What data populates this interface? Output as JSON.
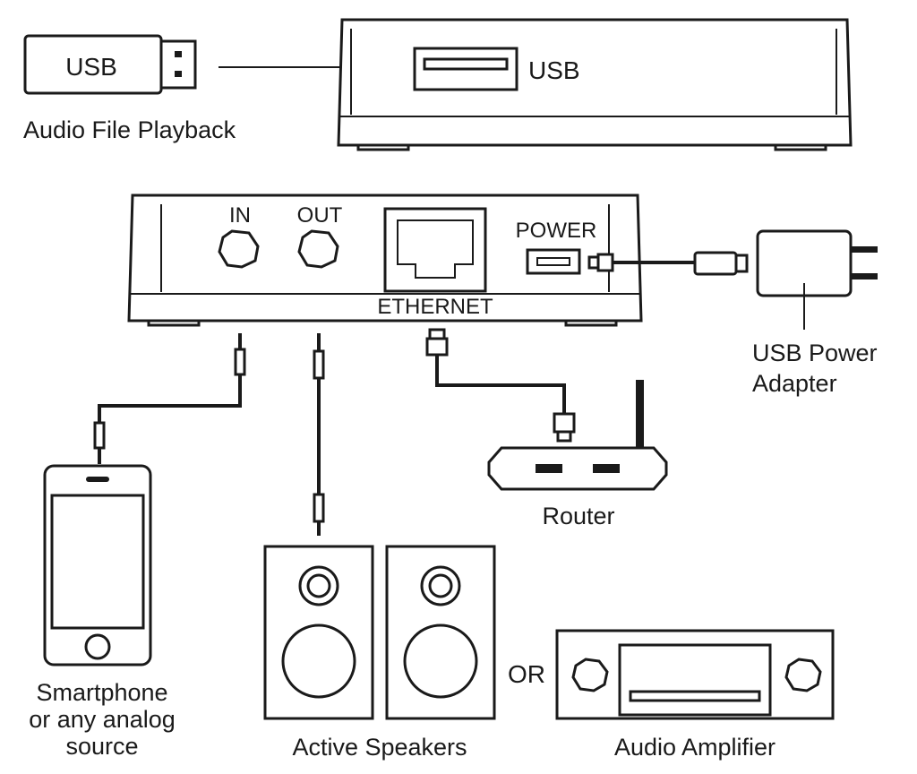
{
  "labels": {
    "usb_stick": "USB",
    "audio_file_playback": "Audio File Playback",
    "usb_port": "USB",
    "in": "IN",
    "out": "OUT",
    "power": "POWER",
    "ethernet": "ETHERNET",
    "usb_power_adapter_line1": "USB Power",
    "usb_power_adapter_line2": "Adapter",
    "router": "Router",
    "smartphone_line1": "Smartphone",
    "smartphone_line2": "or any analog",
    "smartphone_line3": "source",
    "active_speakers": "Active  Speakers",
    "or": "OR",
    "audio_amplifier": "Audio Amplifier"
  },
  "colors": {
    "ink": "#1a1a1a",
    "background": "#ffffff"
  }
}
